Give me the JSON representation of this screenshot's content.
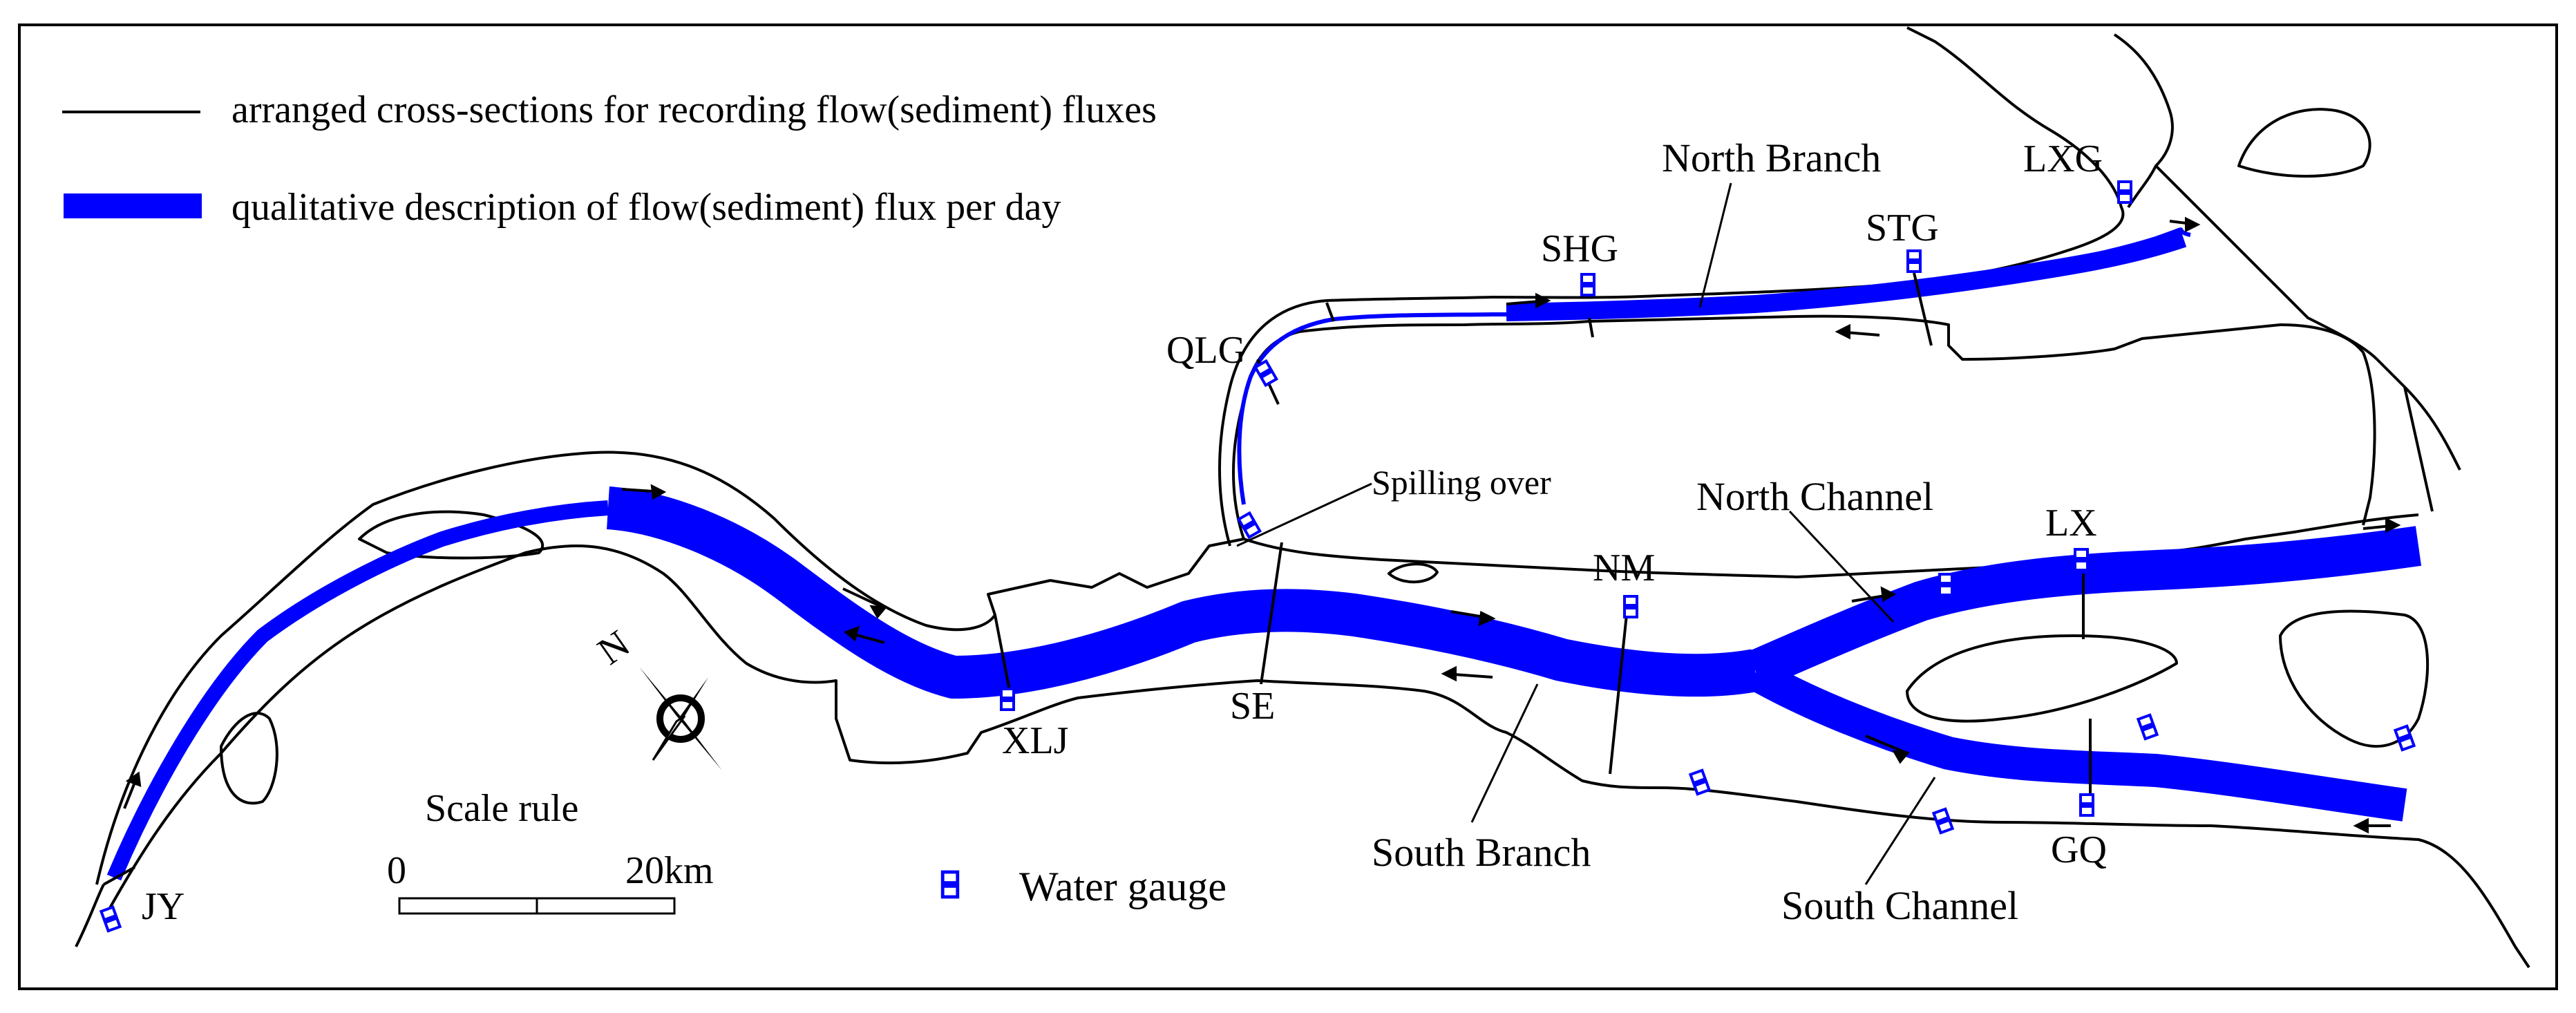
{
  "legend": {
    "cross_section_label": "arranged cross-sections for recording flow(sediment) fluxes",
    "flux_label": "qualitative description of flow(sediment) flux per day",
    "flux_color": "#0000ff",
    "gauge_label": "Water gauge"
  },
  "scale": {
    "title": "Scale rule",
    "start_label": "0",
    "end_label": "20km"
  },
  "compass": {
    "north_label": "N"
  },
  "stations": {
    "jy": "JY",
    "xlj": "XLJ",
    "se": "SE",
    "qlg": "QLG",
    "shg": "SHG",
    "stg": "STG",
    "lxg": "LXG",
    "nm": "NM",
    "lx": "LX",
    "gq": "GQ"
  },
  "reaches": {
    "north_branch": "North Branch",
    "spilling_over": "Spilling over",
    "north_channel": "North Channel",
    "south_branch": "South Branch",
    "south_channel": "South Channel"
  },
  "icons": [
    "water-gauge-icon",
    "compass-icon"
  ]
}
